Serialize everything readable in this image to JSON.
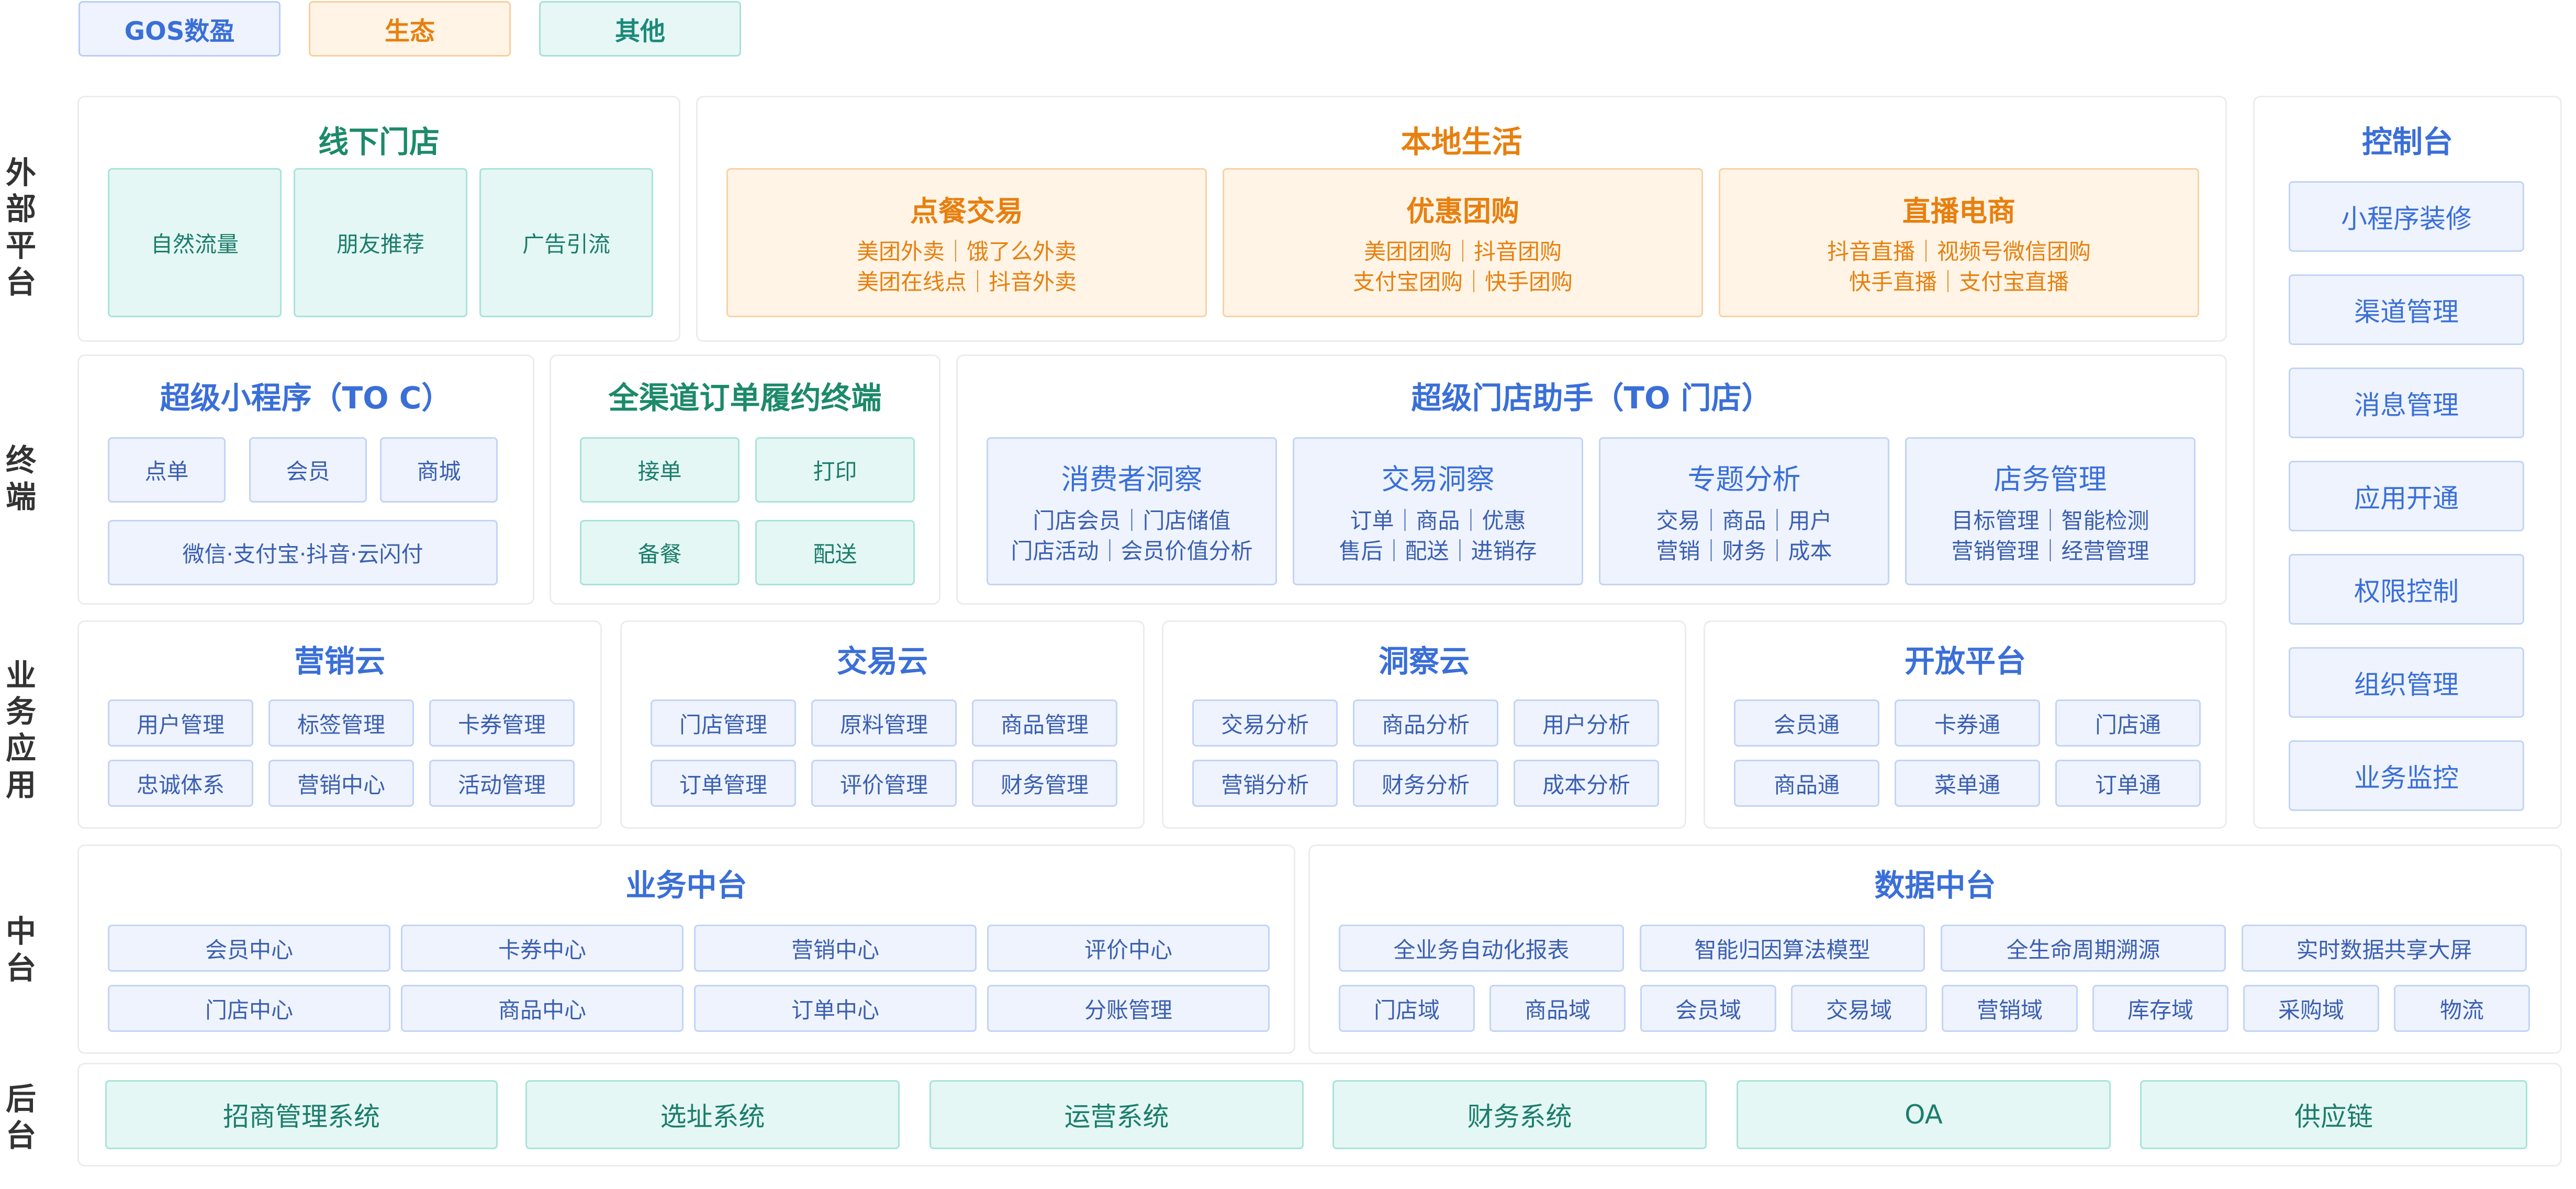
{
  "legend": {
    "gos": "GOS数盈",
    "eco": "生态",
    "other": "其他"
  },
  "row_labels": {
    "external": [
      "外",
      "部",
      "平",
      "台"
    ],
    "terminal": [
      "终",
      "端"
    ],
    "business": [
      "业",
      "务",
      "应",
      "用"
    ],
    "middle": [
      "中",
      "台"
    ],
    "backend": [
      "后",
      "台"
    ]
  },
  "offline_store": {
    "title": "线下门店",
    "items": [
      "自然流量",
      "朋友推荐",
      "广告引流"
    ]
  },
  "local_life": {
    "title": "本地生活",
    "cards": [
      {
        "title": "点餐交易",
        "lines": [
          "美团外卖｜饿了么外卖",
          "美团在线点｜抖音外卖"
        ]
      },
      {
        "title": "优惠团购",
        "lines": [
          "美团团购｜抖音团购",
          "支付宝团购｜快手团购"
        ]
      },
      {
        "title": "直播电商",
        "lines": [
          "抖音直播｜视频号微信团购",
          "快手直播｜支付宝直播"
        ]
      }
    ]
  },
  "console": {
    "title": "控制台",
    "items": [
      "小程序装修",
      "渠道管理",
      "消息管理",
      "应用开通",
      "权限控制",
      "组织管理",
      "业务监控"
    ]
  },
  "super_mini": {
    "title": "超级小程序（TO C）",
    "items": [
      "点单",
      "会员",
      "商城"
    ],
    "wide": "微信·支付宝·抖音·云闪付"
  },
  "omni_channel": {
    "title": "全渠道订单履约终端",
    "items": [
      "接单",
      "打印",
      "备餐",
      "配送"
    ]
  },
  "store_assistant": {
    "title": "超级门店助手（TO 门店）",
    "cards": [
      {
        "title": "消费者洞察",
        "lines": [
          "门店会员｜门店储值",
          "门店活动｜会员价值分析"
        ]
      },
      {
        "title": "交易洞察",
        "lines": [
          "订单｜商品｜优惠",
          "售后｜配送｜进销存"
        ]
      },
      {
        "title": "专题分析",
        "lines": [
          "交易｜商品｜用户",
          "营销｜财务｜成本"
        ]
      },
      {
        "title": "店务管理",
        "lines": [
          "目标管理｜智能检测",
          "营销管理｜经营管理"
        ]
      }
    ]
  },
  "clouds": [
    {
      "title": "营销云",
      "items": [
        "用户管理",
        "标签管理",
        "卡券管理",
        "忠诚体系",
        "营销中心",
        "活动管理"
      ]
    },
    {
      "title": "交易云",
      "items": [
        "门店管理",
        "原料管理",
        "商品管理",
        "订单管理",
        "评价管理",
        "财务管理"
      ]
    },
    {
      "title": "洞察云",
      "items": [
        "交易分析",
        "商品分析",
        "用户分析",
        "营销分析",
        "财务分析",
        "成本分析"
      ]
    },
    {
      "title": "开放平台",
      "items": [
        "会员通",
        "卡券通",
        "门店通",
        "商品通",
        "菜单通",
        "订单通"
      ]
    }
  ],
  "biz_middle": {
    "title": "业务中台",
    "items": [
      "会员中心",
      "卡券中心",
      "营销中心",
      "评价中心",
      "门店中心",
      "商品中心",
      "订单中心",
      "分账管理"
    ]
  },
  "data_middle": {
    "title": "数据中台",
    "top": [
      "全业务自动化报表",
      "智能归因算法模型",
      "全生命周期溯源",
      "实时数据共享大屏"
    ],
    "bottom": [
      "门店域",
      "商品域",
      "会员域",
      "交易域",
      "营销域",
      "库存域",
      "采购域",
      "物流"
    ]
  },
  "backend": {
    "items": [
      "招商管理系统",
      "选址系统",
      "运营系统",
      "财务系统",
      "OA",
      "供应链"
    ]
  },
  "colors": {
    "accent_blue": "#3a6fd8",
    "accent_orange": "#e7800f",
    "accent_green": "#1c8a6a"
  }
}
